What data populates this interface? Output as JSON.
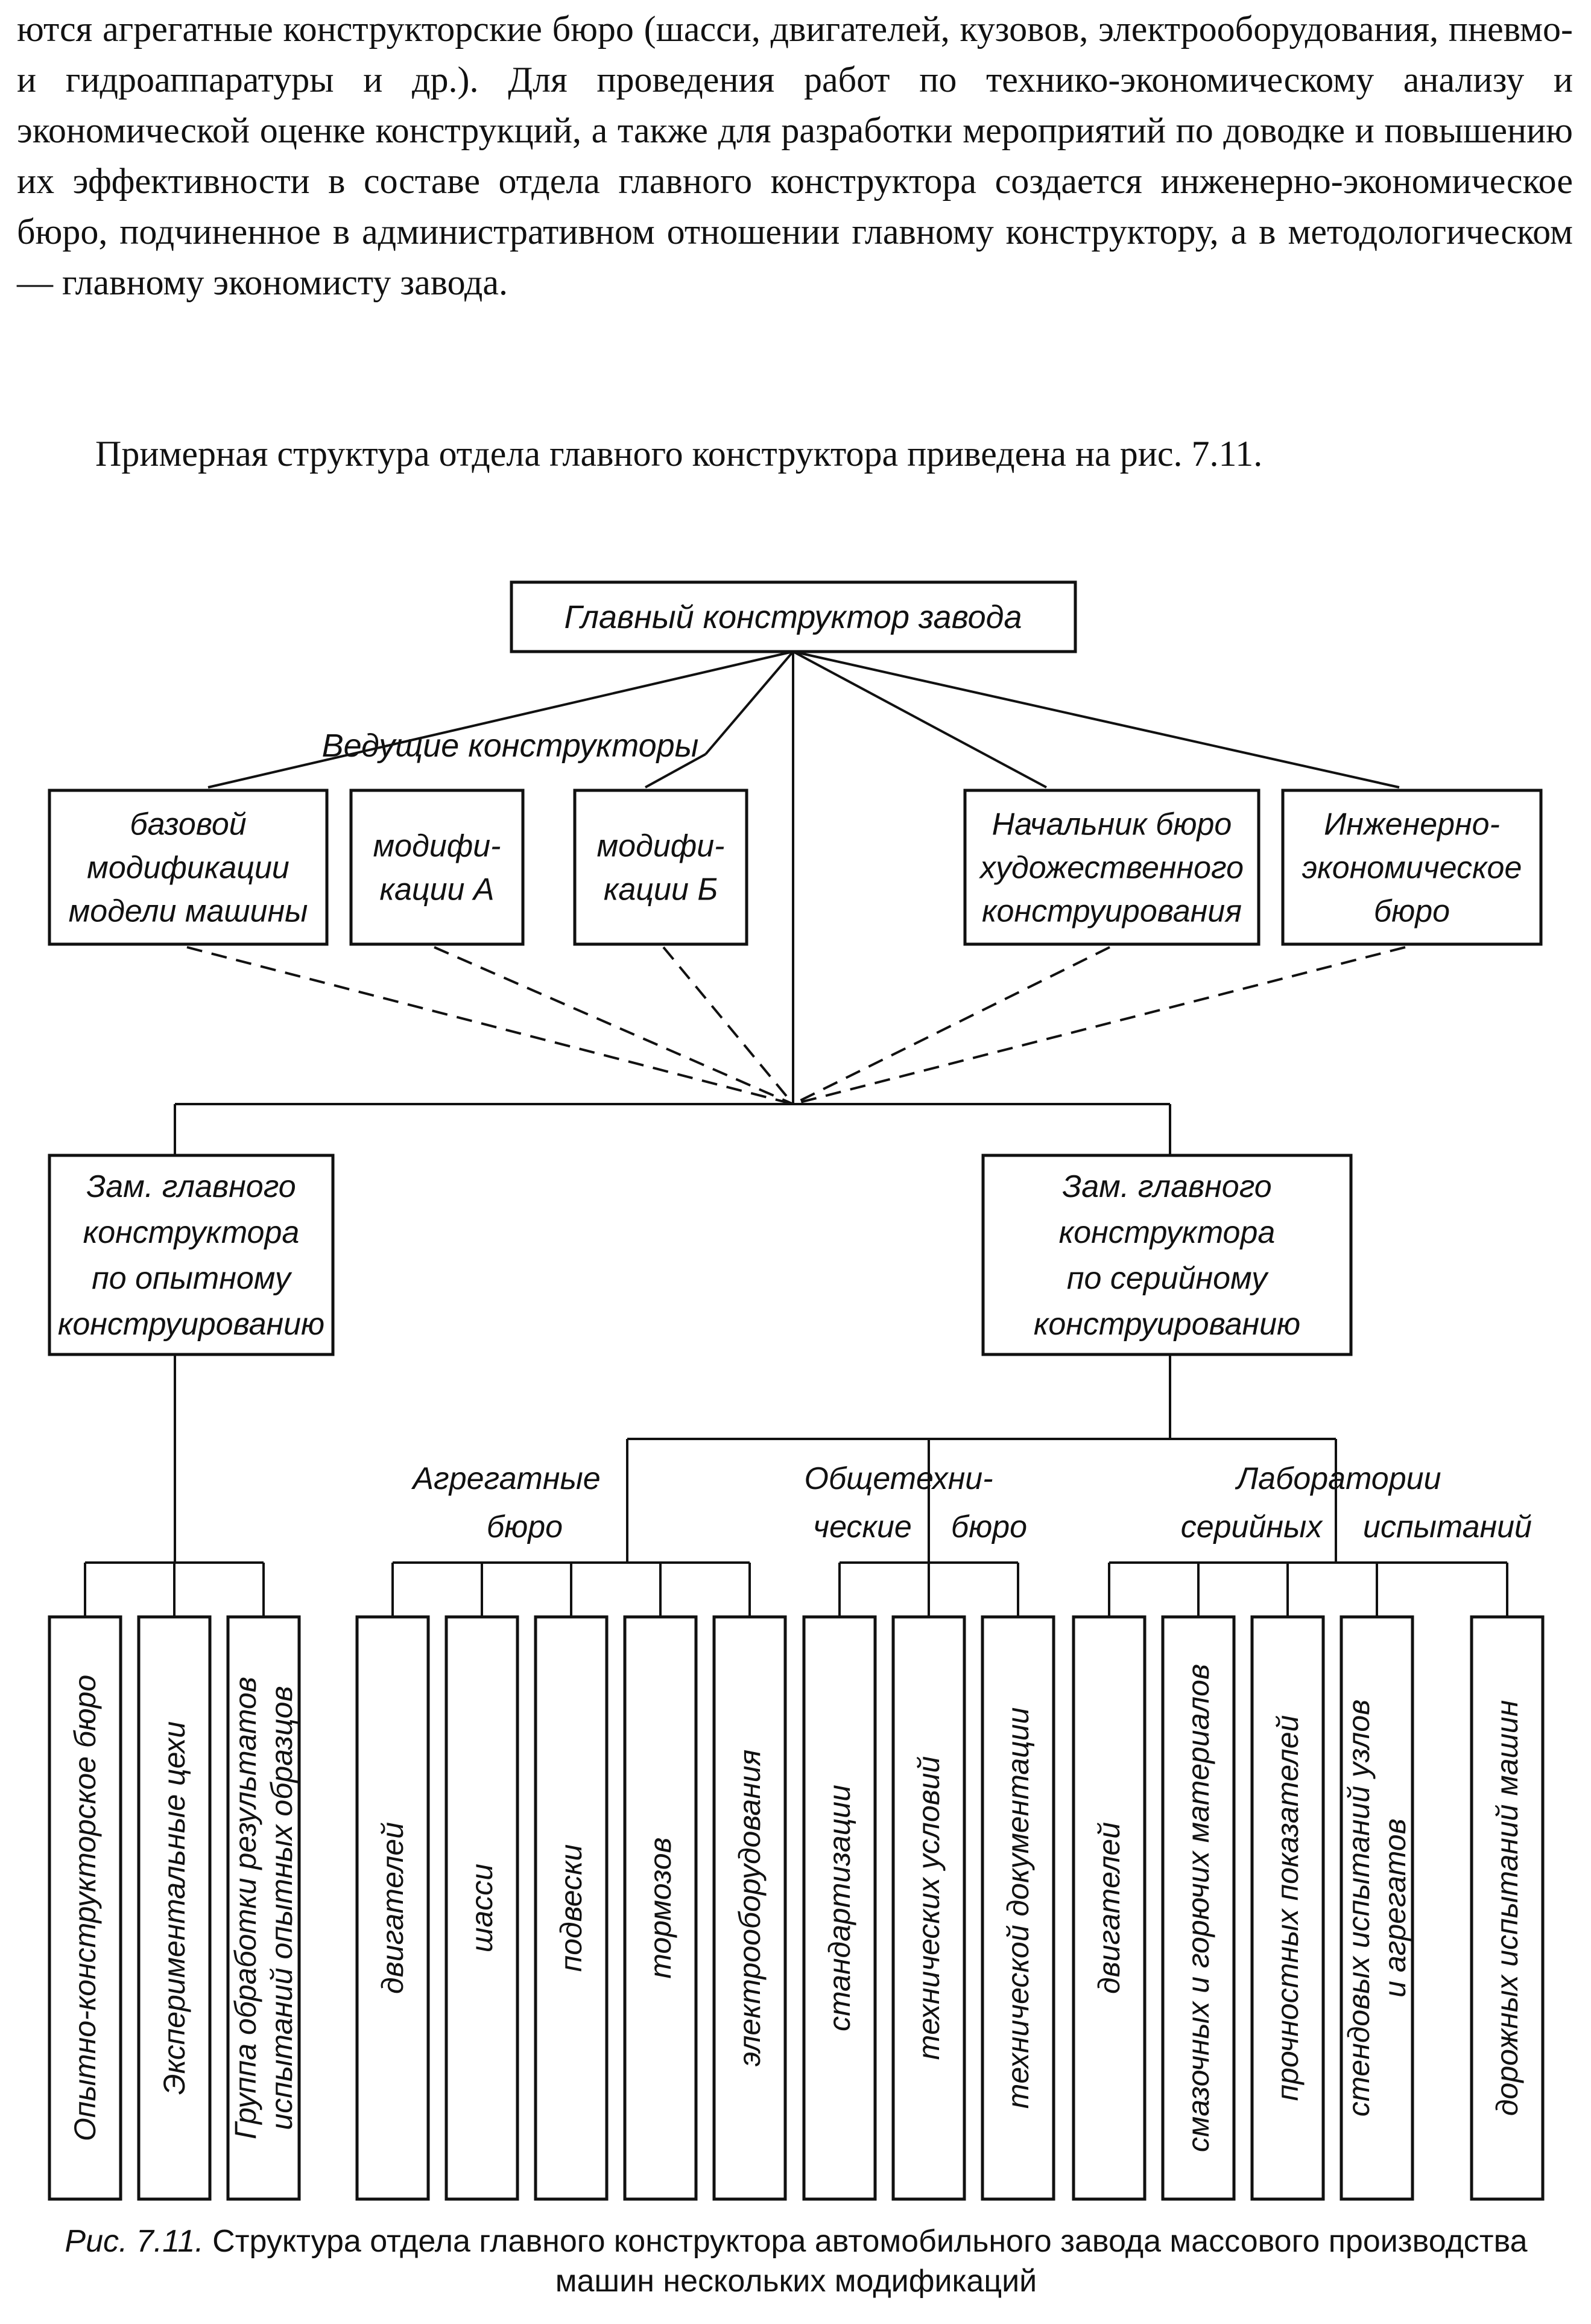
{
  "text": {
    "paragraph1": "ются агрегатные конструкторские бюро (шасси, двигателей, кузовов, электрооборудования, пневмо- и гидроаппаратуры и др.). Для проведения работ по технико-экономическому анализу и экономической оценке конструкций, а также для разработки мероприятий по доводке и повышению их эффективности в составе отдела главного конструктора создается инженерно-экономическое бюро, подчиненное в административном отношении главному конструктору, а в методологическом — главному экономисту завода.",
    "paragraph2": "Примерная структура отдела главного конструктора приведена на рис. 7.11."
  },
  "diagram": {
    "root": "Главный конструктор завода",
    "lead_label": "Ведущие конструкторы",
    "lead_boxes": [
      [
        "базовой",
        "модификации",
        "модели машины"
      ],
      [
        "модифи-",
        "кации А"
      ],
      [
        "модифи-",
        "кации Б"
      ],
      [
        "Начальник бюро",
        "художественного",
        "конструирования"
      ],
      [
        "Инженерно-",
        "экономическое",
        "бюро"
      ]
    ],
    "deputies": [
      [
        "Зам. главного",
        "конструктора",
        "по опытному",
        "конструированию"
      ],
      [
        "Зам. главного",
        "конструктора",
        "по серийному",
        "конструированию"
      ]
    ],
    "group_labels": {
      "aggregate": [
        "Агрегатные",
        "бюро"
      ],
      "general": [
        "Общетехни-",
        "ческие",
        "бюро"
      ],
      "labs": [
        "Лаборатории",
        "серийных",
        "испытаний"
      ]
    },
    "leaves": [
      [
        "Опытно-конструкторское бюро"
      ],
      [
        "Экспериментальные цехи"
      ],
      [
        "Группа обработки результатов",
        "испытаний опытных образцов"
      ],
      [
        "двигателей"
      ],
      [
        "шасси"
      ],
      [
        "подвески"
      ],
      [
        "тормозов"
      ],
      [
        "электрооборудования"
      ],
      [
        "стандартизации"
      ],
      [
        "технических условий"
      ],
      [
        "технической документации"
      ],
      [
        "двигателей"
      ],
      [
        "смазочных и горючих материалов"
      ],
      [
        "прочностных показателей"
      ],
      [
        "стендовых испытаний узлов",
        "и агрегатов"
      ],
      [
        "дорожных испытаний машин"
      ]
    ]
  },
  "caption": {
    "number": "Рис. 7.11.",
    "text": "Структура отдела главного конструктора автомобильного завода массового производства машин нескольких модификаций"
  }
}
